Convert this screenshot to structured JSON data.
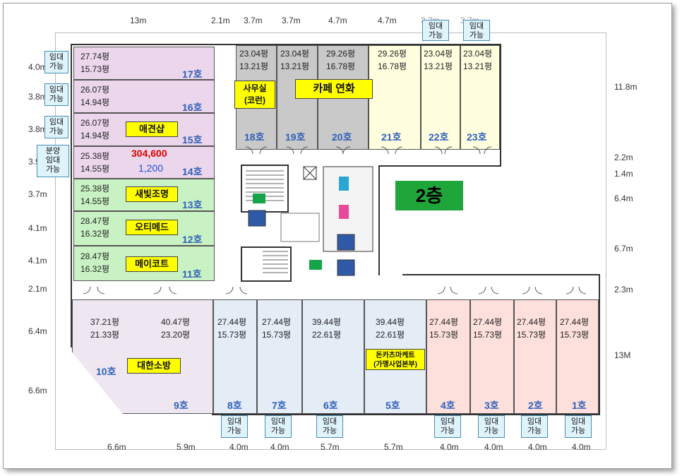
{
  "floor_badge": "2층",
  "top_dims": [
    "13m",
    "2.1m",
    "3.7m",
    "3.7m",
    "4.7m",
    "4.7m",
    "3.7m",
    "3.7m"
  ],
  "left_dims": [
    "4.0m",
    "3.8m",
    "3.8m",
    "3.9m",
    "3.7m",
    "4.1m",
    "4.1m",
    "2.1m",
    "6.4m",
    "6.6m"
  ],
  "right_dims": [
    "11.8m",
    "2.2m",
    "1.4m",
    "6.4m",
    "6.7m",
    "2.3m",
    "13M"
  ],
  "bottom_dims": [
    "6.6m",
    "5.9m",
    "4.0m",
    "4.0m",
    "5.7m",
    "5.7m",
    "4.0m",
    "4.0m",
    "4.0m",
    "4.0m"
  ],
  "rent_label": "임대\n가능",
  "sale_rent_label": "분양\n임대\n가능",
  "units_left": [
    {
      "no": "17호",
      "a": "27.74평",
      "b": "15.73평"
    },
    {
      "no": "16호",
      "a": "26.07평",
      "b": "14.94평"
    },
    {
      "no": "15호",
      "a": "26.07평",
      "b": "14.94평",
      "tenant": "애견샵"
    },
    {
      "no": "14호",
      "a": "25.38평",
      "b": "14.55평",
      "price_red": "304,600",
      "price_blue": "1,200"
    },
    {
      "no": "13호",
      "a": "25.38평",
      "b": "14.55평",
      "tenant": "새빛조명"
    },
    {
      "no": "12호",
      "a": "28.47평",
      "b": "16.32평",
      "tenant": "오티메드"
    },
    {
      "no": "11호",
      "a": "28.47평",
      "b": "16.32평",
      "tenant": "메이코트"
    }
  ],
  "units_top": [
    {
      "no": "18호",
      "a": "23.04평",
      "b": "13.21평",
      "tenant": "사무실\n(코런)"
    },
    {
      "no": "19호",
      "a": "23.04평",
      "b": "13.21평"
    },
    {
      "no": "20호",
      "a": "29.26평",
      "b": "16.78평"
    },
    {
      "no": "21호",
      "a": "29.26평",
      "b": "16.78평"
    },
    {
      "no": "22호",
      "a": "23.04평",
      "b": "13.21평"
    },
    {
      "no": "23호",
      "a": "23.04평",
      "b": "13.21평"
    }
  ],
  "cafe_label": "카페 연화",
  "units_bottom": [
    {
      "no": "10호",
      "a": "37.21평",
      "b": "21.33평"
    },
    {
      "no": "9호",
      "a": "40.47평",
      "b": "23.20평",
      "tenant": "대한소방"
    },
    {
      "no": "8호",
      "a": "27.44평",
      "b": "15.73평"
    },
    {
      "no": "7호",
      "a": "27.44평",
      "b": "15.73평"
    },
    {
      "no": "6호",
      "a": "39.44평",
      "b": "22.61평"
    },
    {
      "no": "5호",
      "a": "39.44평",
      "b": "22.61평",
      "tenant": "돈카츠마케트\n(가맹사업본부)"
    },
    {
      "no": "4호",
      "a": "27.44평",
      "b": "15.73평"
    },
    {
      "no": "3호",
      "a": "27.44평",
      "b": "15.73평"
    },
    {
      "no": "2호",
      "a": "27.44평",
      "b": "15.73평"
    },
    {
      "no": "1호",
      "a": "27.44평",
      "b": "15.73평"
    }
  ],
  "colors": {
    "pink": "#ecd6ec",
    "green": "#c9f2c4",
    "gray": "#c9c9c9",
    "cream": "#ffffe0",
    "bluegray": "#e4ecf6",
    "lavender": "#eee6f0",
    "salmon": "#fde0dc",
    "badge": "#1fa63a"
  }
}
